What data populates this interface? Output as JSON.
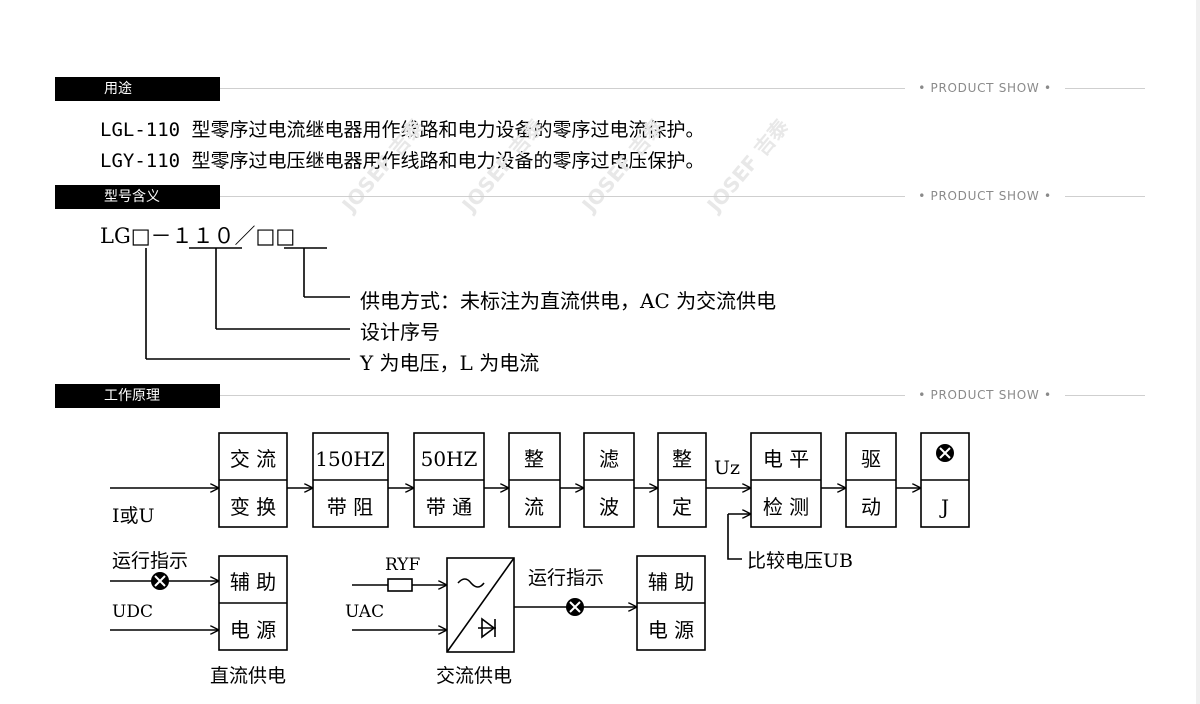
{
  "sections": {
    "usage": {
      "label": "用途",
      "tag": "• PRODUCT SHOW •"
    },
    "model": {
      "label": "型号含义",
      "tag": "• PRODUCT SHOW •"
    },
    "principle": {
      "label": "工作原理",
      "tag": "• PRODUCT SHOW •"
    }
  },
  "usage_lines": [
    "LGL-110 型零序过电流继电器用作线路和电力设备的零序过电流保护。",
    "LGY-110 型零序过电压继电器用作线路和电力设备的零序过电压保护。"
  ],
  "watermark": "JOSEF 吉泰",
  "model": {
    "code": "LG□－１１０／□□",
    "labels": {
      "power": "供电方式：未标注为直流供电，AC 为交流供电",
      "serial": "设计序号",
      "type": "Y 为电压，L 为电流"
    }
  },
  "diagram": {
    "input_label": "I或U",
    "blocks": {
      "b1": {
        "l1": "交 流",
        "l2": "变 换"
      },
      "b2": {
        "l1": "150HZ",
        "l2": "带 阻"
      },
      "b3": {
        "l1": "50HZ",
        "l2": "带 通"
      },
      "b4": {
        "l1": "整",
        "l2": "流"
      },
      "b5": {
        "l1": "滤",
        "l2": "波"
      },
      "b6": {
        "l1": "整",
        "l2": "定"
      },
      "b7": {
        "l1": "电 平",
        "l2": "检 测"
      },
      "b8": {
        "l1": "驱",
        "l2": "动"
      },
      "b9": {
        "l2": "J"
      }
    },
    "uz_label": "Uz",
    "compare_label": "比较电压UB",
    "dc": {
      "indicator": "运行指示",
      "input": "UDC",
      "block": {
        "l1": "辅 助",
        "l2": "电 源"
      },
      "caption": "直流供电"
    },
    "ac": {
      "resistor": "RYF",
      "input": "UAC",
      "indicator": "运行指示",
      "block": {
        "l1": "辅 助",
        "l2": "电 源"
      },
      "caption": "交流供电"
    }
  }
}
